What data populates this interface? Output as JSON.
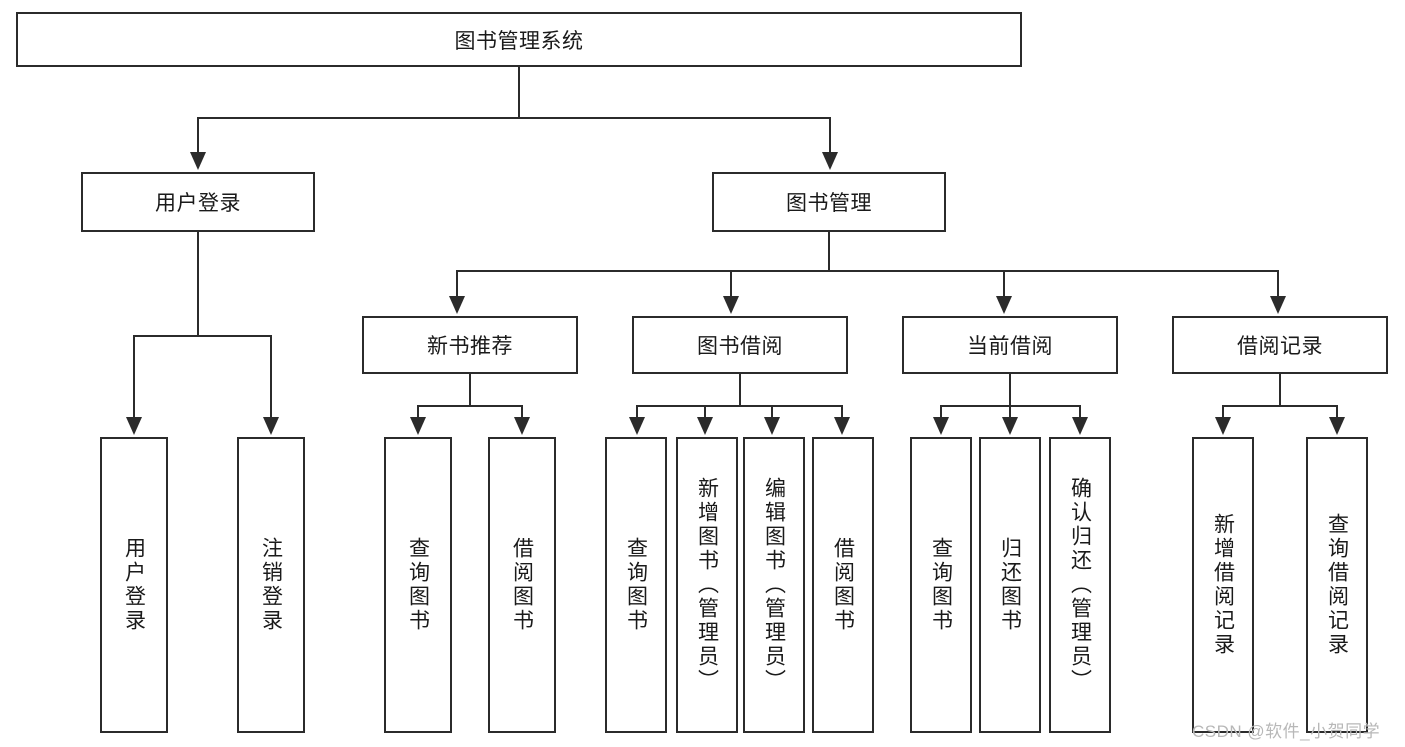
{
  "diagram": {
    "title": "图书管理系统",
    "type": "hierarchical-tree",
    "root": {
      "label": "图书管理系统"
    },
    "level2": [
      {
        "label": "用户登录"
      },
      {
        "label": "图书管理"
      }
    ],
    "level3": [
      {
        "label": "新书推荐"
      },
      {
        "label": "图书借阅"
      },
      {
        "label": "当前借阅"
      },
      {
        "label": "借阅记录"
      }
    ],
    "leaves": {
      "user_login": [
        {
          "label": "用户登录"
        },
        {
          "label": "注销登录"
        }
      ],
      "new_book_recommend": [
        {
          "label": "查询图书"
        },
        {
          "label": "借阅图书"
        }
      ],
      "book_borrow": [
        {
          "label": "查询图书"
        },
        {
          "label": "新增图书（管理员）"
        },
        {
          "label": "编辑图书（管理员）"
        },
        {
          "label": "借阅图书"
        }
      ],
      "current_borrow": [
        {
          "label": "查询图书"
        },
        {
          "label": "归还图书"
        },
        {
          "label": "确认归还（管理员）"
        }
      ],
      "borrow_record": [
        {
          "label": "新增借阅记录"
        },
        {
          "label": "查询借阅记录"
        }
      ]
    }
  },
  "watermark": {
    "text": "CSDN @软件_小贺同学"
  },
  "colors": {
    "stroke": "#2b2b2b",
    "fill": "#ffffff",
    "text": "#1a1a1a",
    "watermark": "#b8b8b8"
  }
}
